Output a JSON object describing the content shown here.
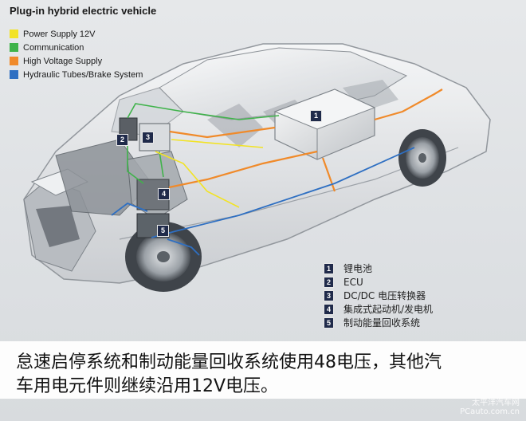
{
  "title": "Plug-in hybrid electric vehicle",
  "legend": [
    {
      "label": "Power Supply 12V",
      "color": "#f2e324"
    },
    {
      "label": "Communication",
      "color": "#3fb34a"
    },
    {
      "label": "High Voltage Supply",
      "color": "#f08a2a"
    },
    {
      "label": "Hydraulic Tubes/Brake System",
      "color": "#2e6fc2"
    }
  ],
  "markers": [
    "1",
    "2",
    "3",
    "4",
    "5"
  ],
  "key": [
    {
      "num": "1",
      "text": "锂电池"
    },
    {
      "num": "2",
      "text": "ECU"
    },
    {
      "num": "3",
      "text": "DC/DC 电压转换器"
    },
    {
      "num": "4",
      "text": "集成式起动机/发电机"
    },
    {
      "num": "5",
      "text": "制动能量回收系统"
    }
  ],
  "caption": {
    "line1": "怠速启停系统和制动能量回收系统使用48电压，其他汽",
    "line2": "车用电元件则继续沿用12V电压。"
  },
  "watermark": {
    "line1": "太平洋汽车网",
    "line2": "PCauto.com.cn"
  }
}
